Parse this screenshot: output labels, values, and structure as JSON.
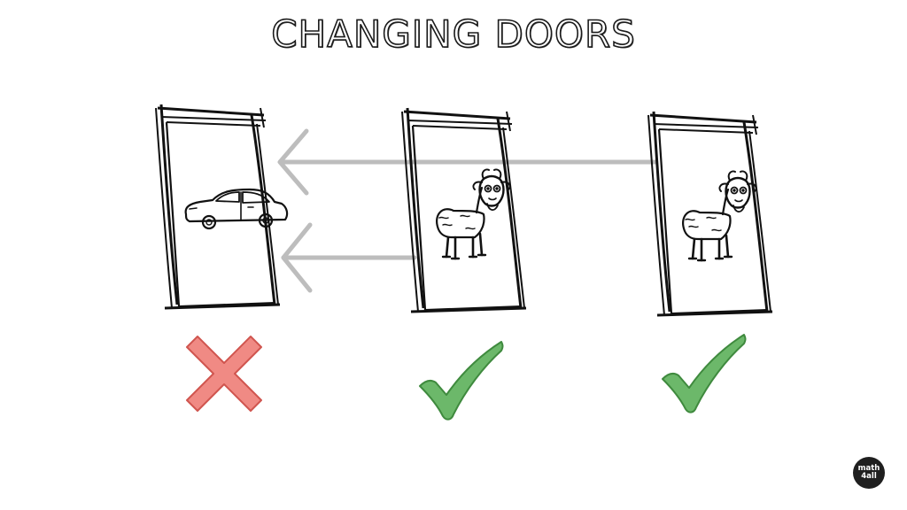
{
  "title": "CHANGING DOORS",
  "doors": [
    {
      "content": "car",
      "verdict": "cross"
    },
    {
      "content": "goat",
      "verdict": "check"
    },
    {
      "content": "goat",
      "verdict": "check"
    }
  ],
  "colors": {
    "ink": "#111111",
    "arrow": "#bdbdbd",
    "cross_fill": "#f08a84",
    "cross_stroke": "#d0554f",
    "check_fill": "#6cb86a",
    "check_stroke": "#3f8a3e",
    "logo_bg": "#1f1f1f"
  },
  "logo": {
    "line1": "math",
    "line2": "4all"
  }
}
